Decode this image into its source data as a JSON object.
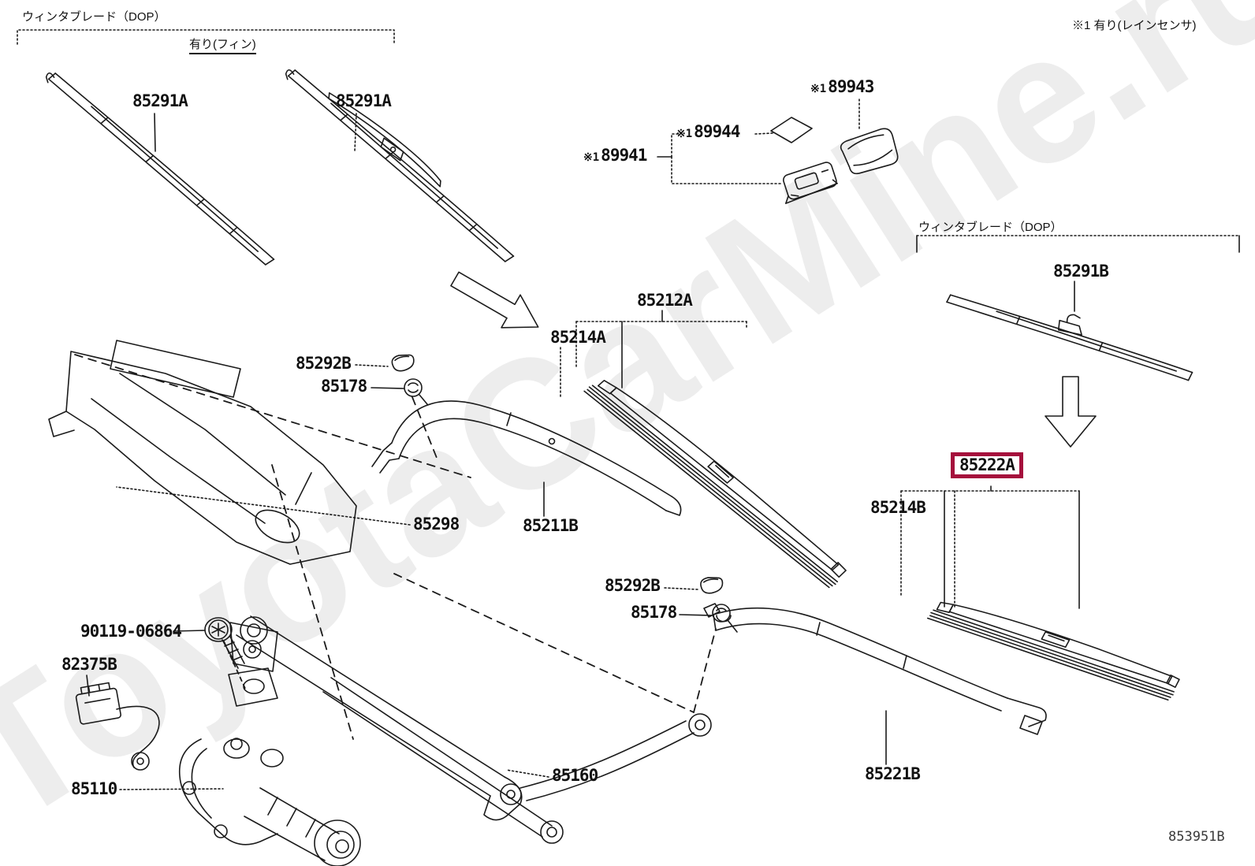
{
  "page": {
    "background": "#ffffff",
    "doc_number": "853951B"
  },
  "watermark": {
    "text": "ToyotaCarMine.ru",
    "color": "#ededed"
  },
  "headers": {
    "left_group_title": "ウィンタブレード（DOP）",
    "left_group_sub": "有り(フィン)",
    "right_note": "※1 有り(レインセンサ)",
    "right_group_title": "ウィンタブレード（DOP）"
  },
  "colors": {
    "highlight_box": "#a5103c",
    "line": "#1b1b1b"
  },
  "parts": [
    {
      "text": "85291A"
    },
    {
      "text": "85291A"
    },
    {
      "prefix": "※1",
      "text": "89943"
    },
    {
      "prefix": "※1",
      "text": "89944"
    },
    {
      "prefix": "※1",
      "text": "89941"
    },
    {
      "text": "85212A"
    },
    {
      "text": "85214A"
    },
    {
      "text": "85291B"
    },
    {
      "text": "85292B"
    },
    {
      "text": "85178"
    },
    {
      "text": "85298"
    },
    {
      "text": "85211B"
    },
    {
      "text": "85292B"
    },
    {
      "text": "85178"
    },
    {
      "text": "85222A",
      "highlighted": true
    },
    {
      "text": "85214B"
    },
    {
      "text": "90119-06864"
    },
    {
      "text": "82375B"
    },
    {
      "text": "85110"
    },
    {
      "text": "85160"
    },
    {
      "text": "85221B"
    }
  ]
}
